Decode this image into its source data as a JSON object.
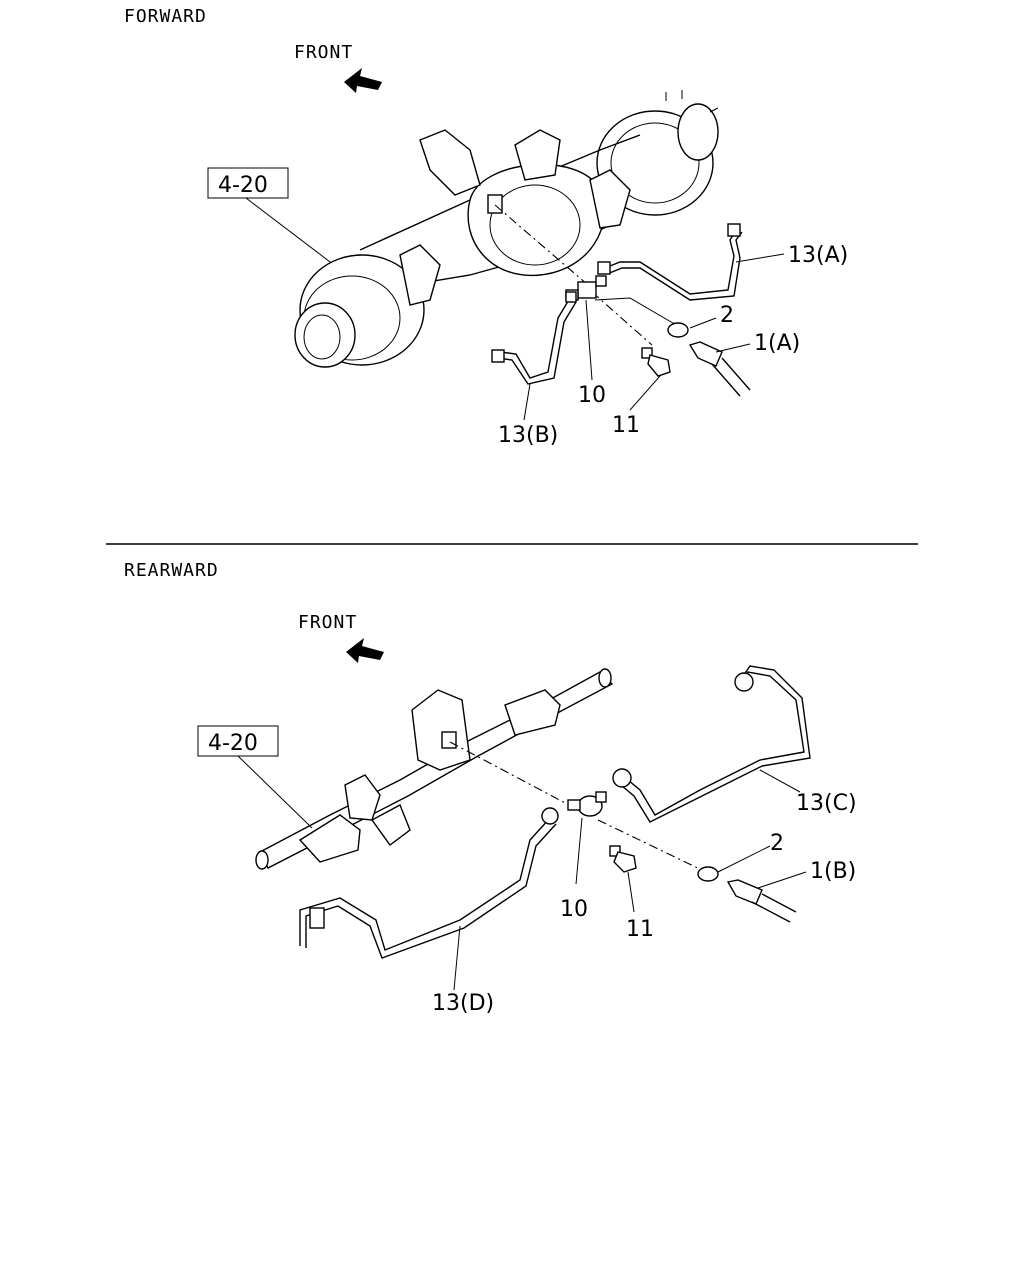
{
  "forward": {
    "section_title": "FORWARD",
    "front_label": "FRONT",
    "ref_box": "4-20",
    "callouts": {
      "brake_pipe_a": "13(A)",
      "gasket": "2",
      "brake_hose_a": "1(A)",
      "three_way_joint": "10",
      "bolt": "11",
      "brake_pipe_b": "13(B)"
    }
  },
  "rearward": {
    "section_title": "REARWARD",
    "front_label": "FRONT",
    "ref_box": "4-20",
    "callouts": {
      "brake_pipe_c": "13(C)",
      "gasket": "2",
      "brake_hose_b": "1(B)",
      "three_way_joint": "10",
      "bolt": "11",
      "brake_pipe_d": "13(D)"
    }
  }
}
